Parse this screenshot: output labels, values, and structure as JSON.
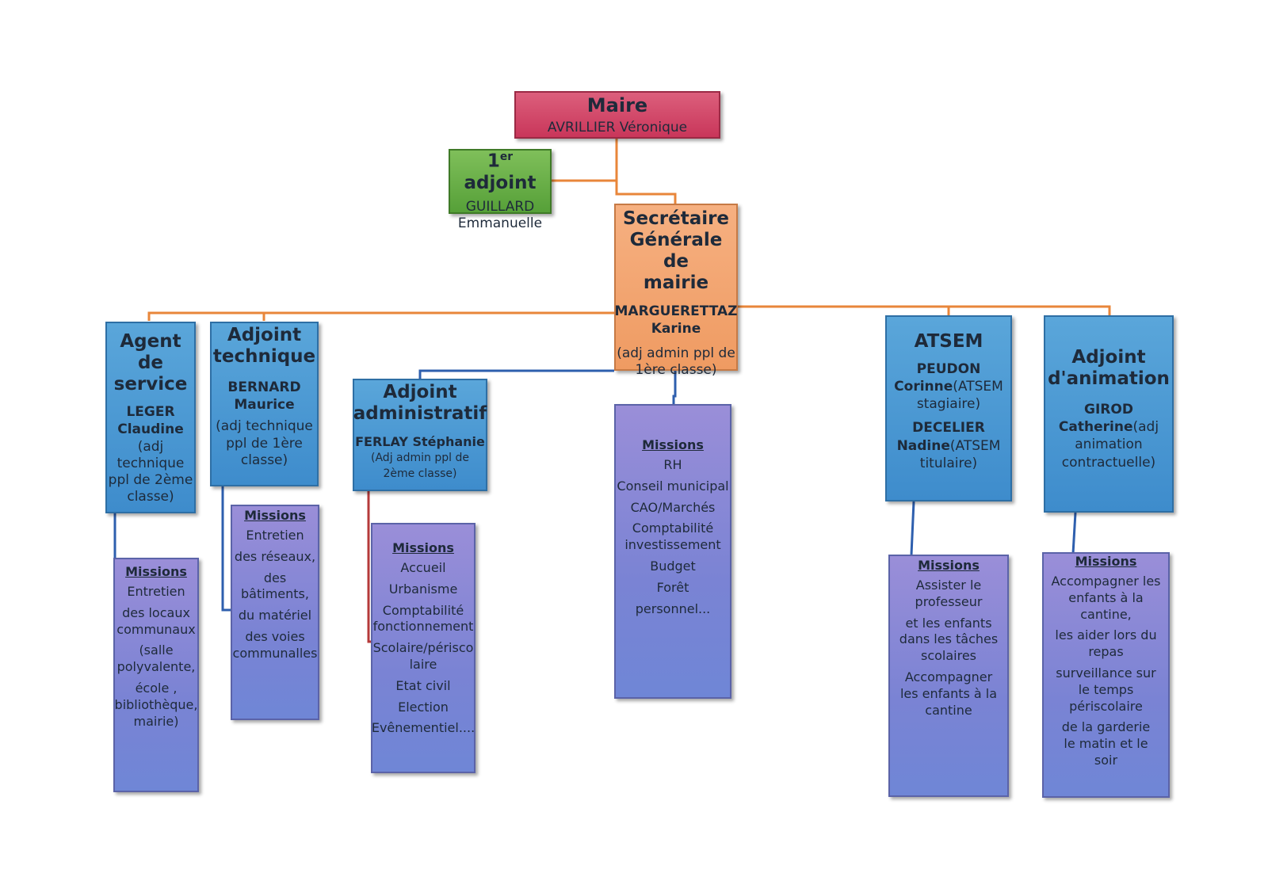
{
  "maire": {
    "title": "Maire",
    "name": "AVRILLIER Véronique"
  },
  "adjoint1": {
    "title_prefix": "1",
    "title_sup": "er",
    "title_suffix": " adjoint",
    "name_line1": "GUILLARD",
    "name_line2": "Emmanuelle"
  },
  "secretaire": {
    "title_lines": [
      "Secrétaire",
      "Générale de",
      "mairie"
    ],
    "name_lines": [
      "MARGUERETTAZ",
      "Karine"
    ],
    "grade_lines": [
      "(adj admin ppl de",
      "1ère classe)"
    ]
  },
  "agent_service": {
    "title_lines": [
      "Agent de",
      "service"
    ],
    "name_lines": [
      "LEGER",
      "Claudine"
    ],
    "grade_lines": [
      "(adj",
      "technique",
      "ppl de 2ème",
      "classe)"
    ]
  },
  "adjoint_technique": {
    "title_lines": [
      "Adjoint",
      "technique"
    ],
    "name_lines": [
      "BERNARD",
      "Maurice"
    ],
    "grade_lines": [
      "(adj technique",
      "ppl de 1ère",
      "classe)"
    ]
  },
  "adjoint_administratif": {
    "title_lines": [
      "Adjoint",
      "administratif"
    ],
    "name": "FERLAY Stéphanie",
    "grade_lines": [
      "(Adj admin ppl de",
      "2ème classe)"
    ]
  },
  "atsem": {
    "title": "ATSEM",
    "person1_bold_lines": [
      "PEUDON",
      "Corinne"
    ],
    "person1_rest_lines": [
      "(ATSEM",
      "stagiaire)"
    ],
    "person2_bold_lines": [
      "DECELIER",
      "Nadine"
    ],
    "person2_rest_lines": [
      "(ATSEM",
      "titulaire)"
    ]
  },
  "adjoint_animation": {
    "title_lines": [
      "Adjoint",
      "d'animation"
    ],
    "name_bold_lines": [
      "GIROD",
      "Catherine"
    ],
    "grade_lines": [
      "(adj",
      "animation",
      "contractuelle)"
    ]
  },
  "missions_label": "Missions",
  "missions": {
    "agent_service": [
      "Entretien",
      "des locaux communaux",
      "(salle polyvalente,",
      "école , bibliothèque, mairie)"
    ],
    "adjoint_technique": [
      "Entretien",
      "des réseaux,",
      "des bâtiments,",
      "du matériel",
      "des voies communalles"
    ],
    "adjoint_administratif": [
      "Accueil",
      "Urbanisme",
      "Comptabilité fonctionnement",
      "Scolaire/périsco laire",
      "Etat civil",
      "Election",
      "Evênementiel...."
    ],
    "secretaire": [
      "RH",
      "Conseil municipal",
      "CAO/Marchés",
      "Comptabilité investissement",
      "Budget",
      "Forêt",
      "personnel..."
    ],
    "atsem": [
      "Assister le professeur",
      "et les enfants dans les tâches scolaires",
      "Accompagner les enfants à la cantine"
    ],
    "adjoint_animation": [
      "Accompagner les enfants à la cantine,",
      "les aider lors du repas",
      "surveillance sur le temps périscolaire",
      "de la garderie le matin et le soir"
    ]
  },
  "colors": {
    "maire": "#c9365a",
    "adjoint": "#56a038",
    "secretaire": "#ef9b62",
    "agents": "#3e8ccc",
    "missions": "#7a83d4",
    "line_orange": "#e8863a",
    "line_blue": "#2e5fae",
    "line_red": "#b53a3a"
  }
}
